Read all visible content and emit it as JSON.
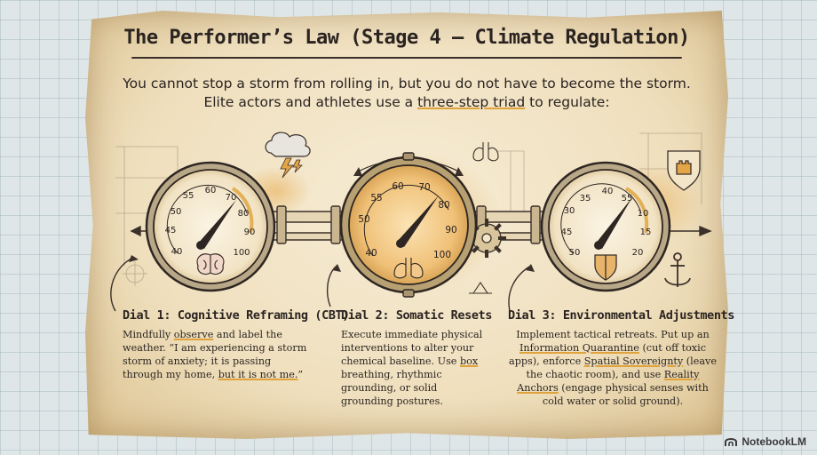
{
  "title": "The Performer’s Law (Stage 4 – Climate Regulation)",
  "subtitle": {
    "line1": "You cannot stop a storm from rolling in, but you do not have to become the storm.",
    "line2_pre": "Elite actors and athletes use a ",
    "line2_highlight": "three-step triad",
    "line2_post": " to regulate:"
  },
  "dials": [
    {
      "title": "Dial 1: Cognitive Reframing (CBT)",
      "ticks": [
        "40",
        "45",
        "50",
        "55",
        "60",
        "70",
        "80",
        "90",
        "100"
      ],
      "body": {
        "p1": "Mindfully ",
        "u1": "observe",
        "p2": " and label the weather. “I am experiencing a storm storm of anxiety; it is passing through my home, ",
        "u2": "but it is not me.",
        "p3": "”"
      },
      "icon": "brain-icon"
    },
    {
      "title": "Dial 2: Somatic Resets",
      "ticks": [
        "40",
        "50",
        "55",
        "60",
        "70",
        "80",
        "90",
        "100"
      ],
      "body": {
        "p1": "Execute immediate physical interventions to alter your chemical baseline. Use ",
        "u1": "box",
        "p2": " breathing, rhythmic grounding, or solid grounding postures."
      },
      "icon": "lungs-icon"
    },
    {
      "title": "Dial 3: Environmental Adjustments",
      "ticks": [
        "30",
        "35",
        "40",
        "45",
        "50",
        "55",
        "10",
        "15",
        "20"
      ],
      "body": {
        "p1": "Implement tactical retreats. Put up an ",
        "u1": "Information Quarantine",
        "p2": " (cut off toxic apps), enforce ",
        "u2": "Spatial Sovereignty",
        "p3": " (leave the chaotic room), and use ",
        "u3": "Reality Anchors",
        "p4": " (engage physical senses with cold water or solid ground)."
      },
      "icon": "shield-icon"
    }
  ],
  "watermark": "NotebookLM",
  "colors": {
    "ink": "#2a2320",
    "accent": "#e0a23a",
    "paper": "#f3e6c8"
  }
}
